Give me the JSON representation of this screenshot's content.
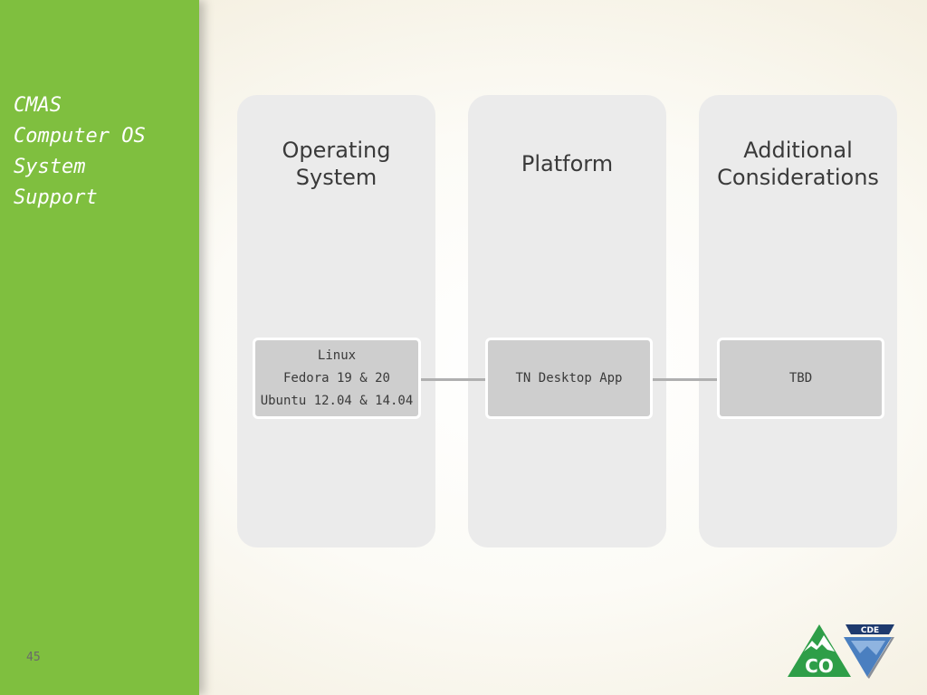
{
  "sidebar": {
    "title_lines": [
      "CMAS",
      "Computer OS",
      "System",
      "Support"
    ],
    "slide_number": "45"
  },
  "columns": [
    {
      "heading_lines": [
        "Operating",
        "System"
      ],
      "item_lines": [
        "Linux",
        "Fedora 19 & 20",
        "Ubuntu 12.04 & 14.04"
      ]
    },
    {
      "heading_lines": [
        "Platform"
      ],
      "item_lines": [
        "TN Desktop App"
      ]
    },
    {
      "heading_lines": [
        "Additional",
        "Considerations"
      ],
      "item_lines": [
        "TBD"
      ]
    }
  ],
  "logo": {
    "badge_text": "CDE",
    "mountain_text": "CO",
    "colors": {
      "green": "#2e9e48",
      "navy": "#1e3a6e",
      "blue": "#4a7fc0",
      "gray": "#8a8f98"
    }
  },
  "theme": {
    "sidebar_green": "#7fbf3f",
    "column_bg": "#ebebeb",
    "box_bg": "#cecece",
    "connector": "#b0b0b0"
  }
}
